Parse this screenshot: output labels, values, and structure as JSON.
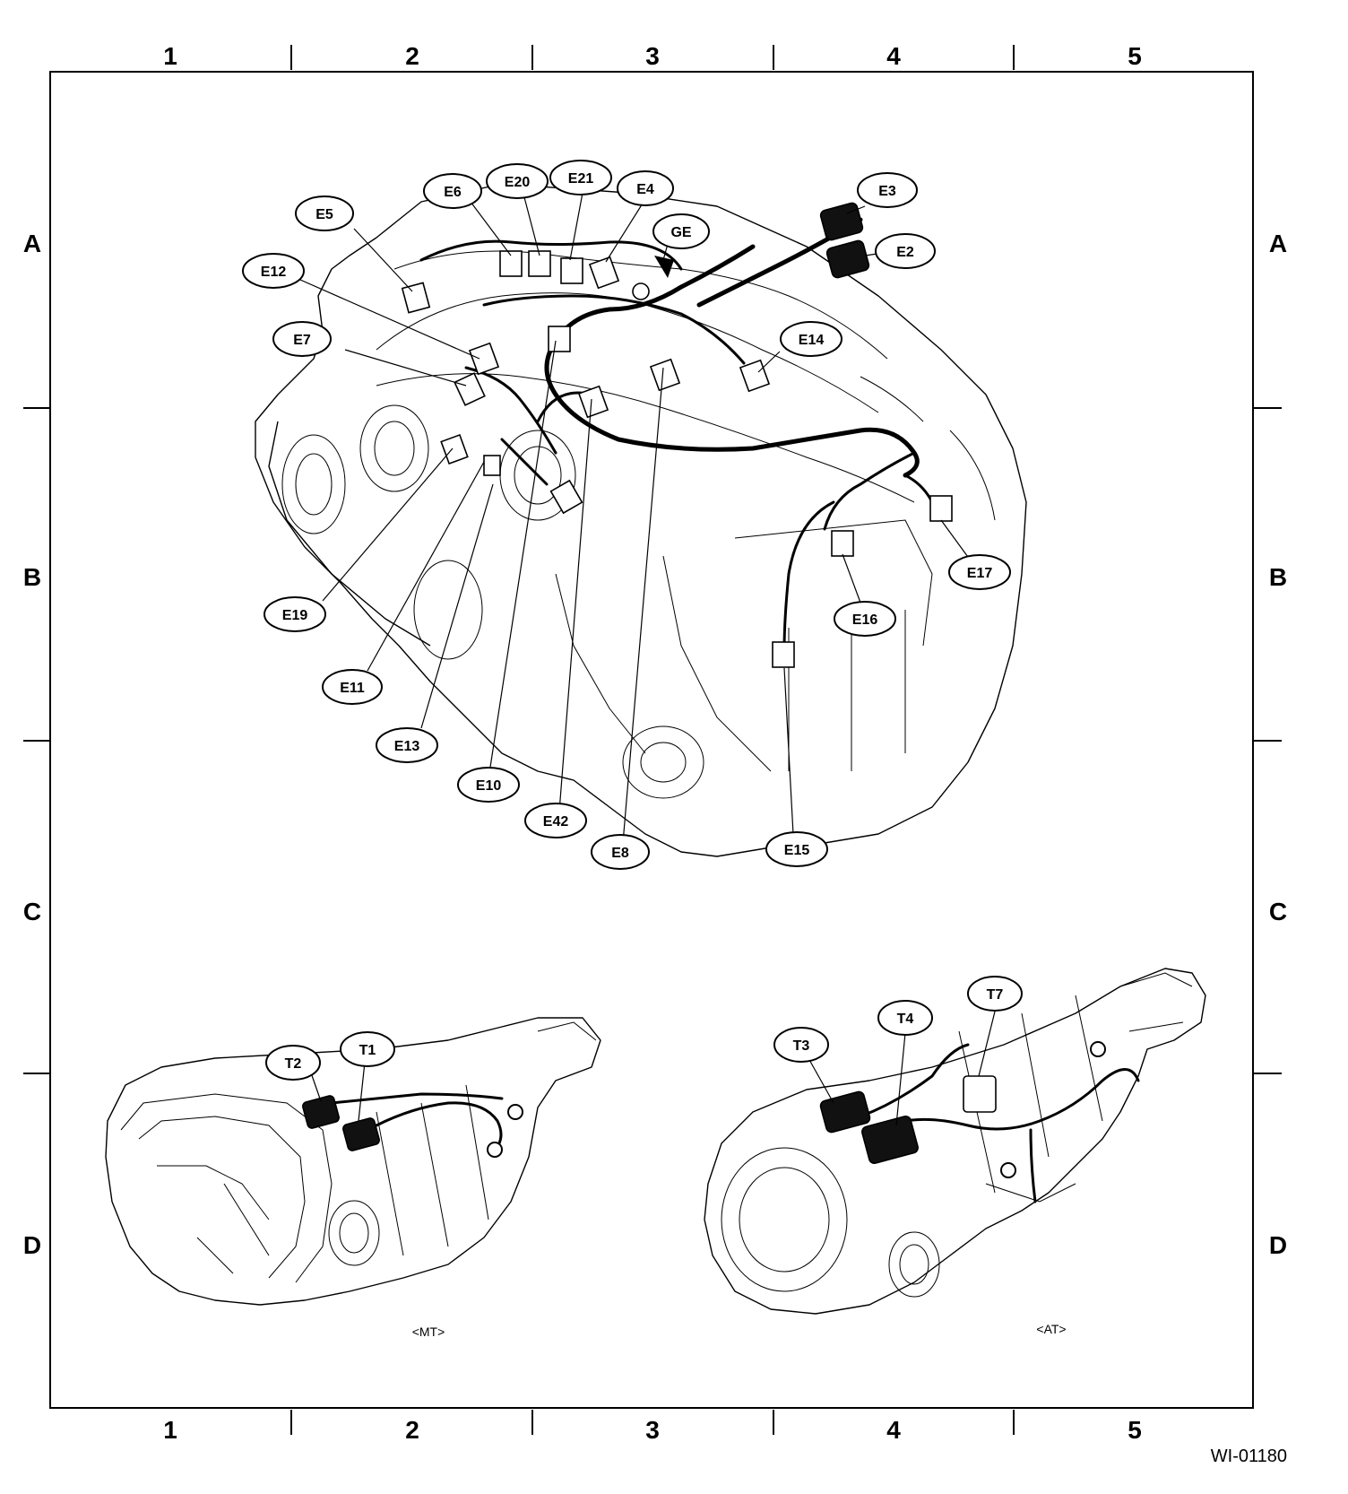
{
  "grid": {
    "columns": [
      "1",
      "2",
      "3",
      "4",
      "5"
    ],
    "rows": [
      "A",
      "B",
      "C",
      "D"
    ]
  },
  "engine_connectors": [
    "E2",
    "E3",
    "E4",
    "E5",
    "E6",
    "E7",
    "E8",
    "E10",
    "E11",
    "E12",
    "E13",
    "E14",
    "E15",
    "E16",
    "E17",
    "E19",
    "E20",
    "E21",
    "E42",
    "GE"
  ],
  "mt_connectors": [
    "T1",
    "T2"
  ],
  "at_connectors": [
    "T3",
    "T4",
    "T7"
  ],
  "captions": {
    "mt": "<MT>",
    "at": "<AT>"
  },
  "figure_id": "WI-01180"
}
